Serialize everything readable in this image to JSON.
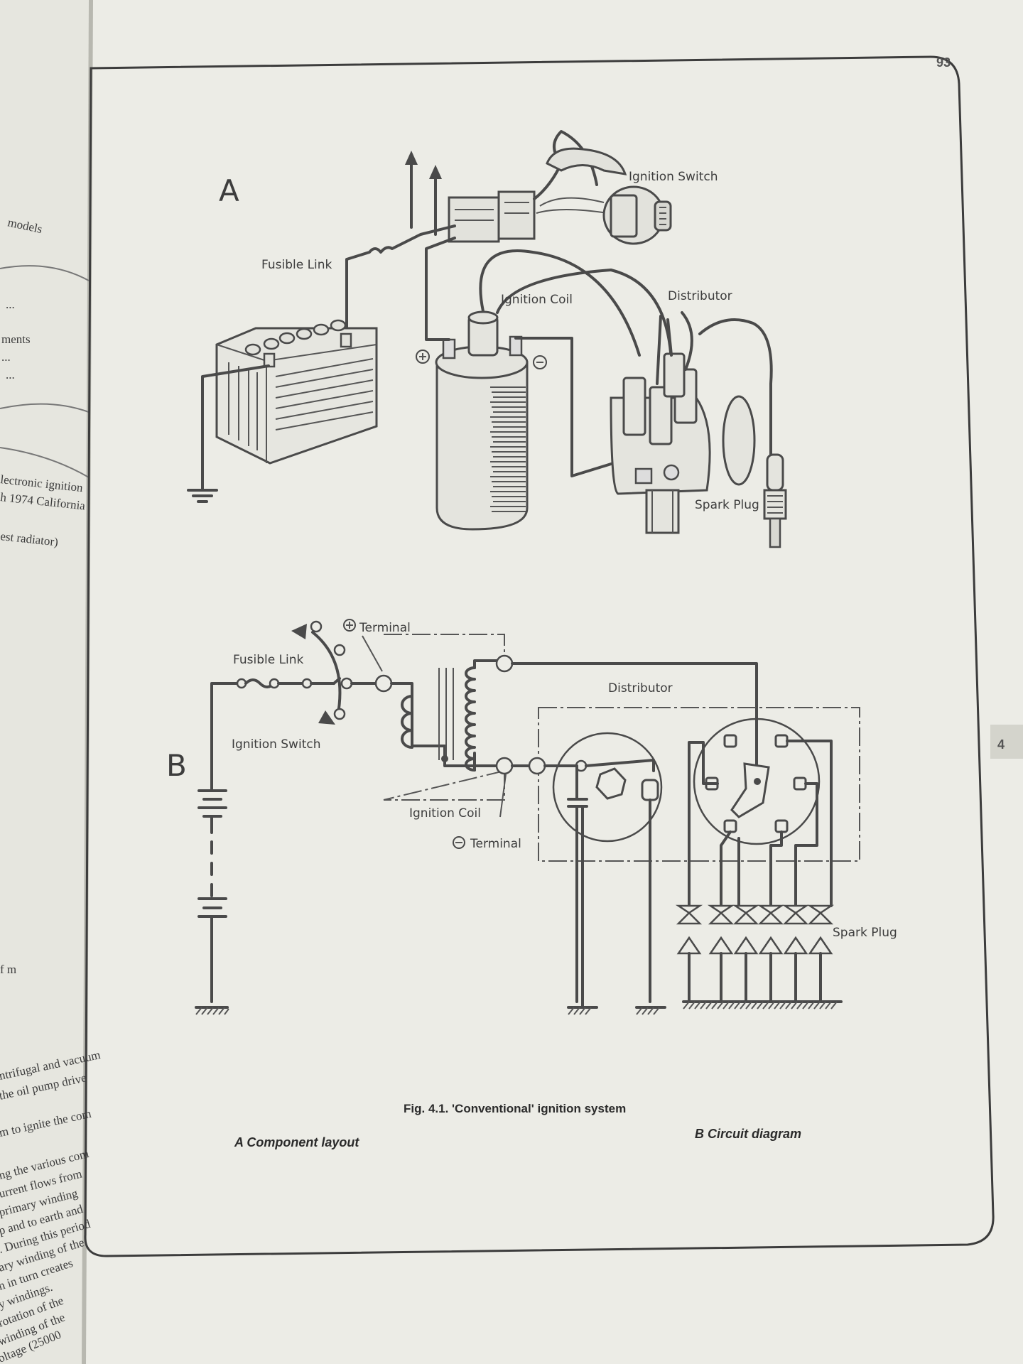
{
  "page": {
    "number": "93",
    "chapter_tab": "4"
  },
  "figure": {
    "caption": "Fig. 4.1. 'Conventional' ignition system",
    "panel_a": {
      "letter": "A",
      "caption": "A  Component layout",
      "labels": {
        "ignition_switch": "Ignition Switch",
        "fusible_link": "Fusible Link",
        "ignition_coil": "Ignition Coil",
        "distributor": "Distributor",
        "spark_plug": "Spark Plug"
      }
    },
    "panel_b": {
      "letter": "B",
      "caption": "B  Circuit diagram",
      "labels": {
        "plus_terminal": "Terminal",
        "fusible_link": "Fusible Link",
        "ignition_switch": "Ignition Switch",
        "distributor": "Distributor",
        "ignition_coil": "Ignition Coil",
        "minus_terminal": "Terminal",
        "spark_plug": "Spark Plug"
      }
    }
  },
  "left_page_fragments": [
    "models",
    "...",
    "ments",
    "...",
    "...",
    "lectronic ignition",
    "h 1974 California",
    "est radiator)",
    "f m",
    "ntrifugal and vacuum",
    "the oil pump drive",
    "m to ignite the com",
    "ng the various com",
    "urrent flows from",
    "primary winding",
    "p and to earth and",
    ". During this period",
    "ary winding of the",
    "h in turn creates",
    "y windings.",
    "rotation of the",
    "winding of the",
    "oltage (25000"
  ]
}
